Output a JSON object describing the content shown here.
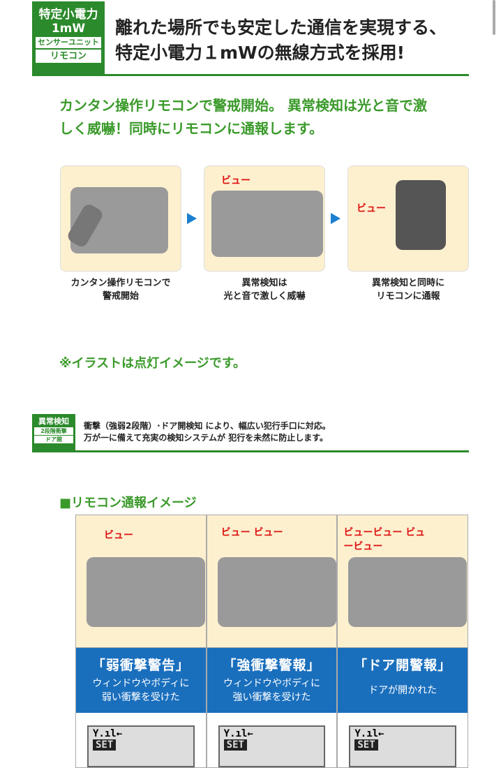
{
  "header": {
    "badge_lines": [
      "特定小電力",
      "1mW"
    ],
    "badge_tags": [
      "センサーユニット",
      "リモコン"
    ],
    "title_lines": [
      "離れた場所でも安定した通信を実現する、",
      "特定小電力１mWの無線方式を採用!"
    ]
  },
  "intro": {
    "lines": [
      "カンタン操作リモコンで警戒開始。 異常検知は光と音で激",
      "しく威嚇！同時にリモコンに通報します。"
    ]
  },
  "steps": [
    {
      "caption": [
        "カンタン操作リモコンで",
        "警戒開始"
      ],
      "sfx": ""
    },
    {
      "caption": [
        "異常検知は",
        "光と音で激しく威嚇"
      ],
      "sfx": "ビュー"
    },
    {
      "caption": [
        "異常検知と同時に",
        "リモコンに通報"
      ],
      "sfx": "ビュー"
    }
  ],
  "note": "※イラストは点灯イメージです。",
  "detection": {
    "badge": "異常検知",
    "badge_tags": [
      "2段階衝撃",
      "ドア開"
    ],
    "lines": [
      "衝撃（強弱2段階）･ドア開検知 により、幅広い犯行手口に対応。",
      "万が一に備えて充実の検知システムが 犯行を未然に防止します。"
    ]
  },
  "remote_section": {
    "heading": "■リモコン通報イメージ",
    "columns": [
      {
        "sfx": "ビュー",
        "title": "「弱衝撃警告」",
        "desc": [
          "ウィンドウやボディに",
          "弱い衝撃を受けた"
        ],
        "lcd": [
          "Y.ıl←",
          "SET"
        ]
      },
      {
        "sfx": "ビュー ビュー",
        "title": "「強衝撃警報」",
        "desc": [
          "ウィンドウやボディに",
          "強い衝撃を受けた"
        ],
        "lcd": [
          "Y.ıl←",
          "SET"
        ]
      },
      {
        "sfx": "ビュービュー ビュービュー",
        "title": "「ドア開警報」",
        "desc": [
          "ドアが開かれた"
        ],
        "lcd": [
          "Y.ıl←",
          "SET"
        ]
      }
    ]
  },
  "colors": {
    "green": "#2b8a2b",
    "blue": "#1a6fbd",
    "cream": "#fdf0cf"
  }
}
